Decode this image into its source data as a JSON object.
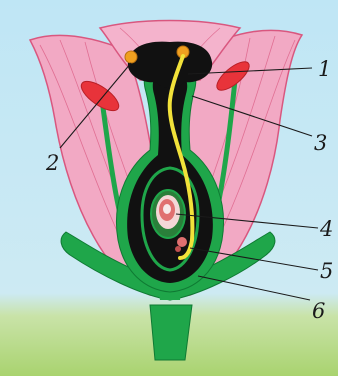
{
  "diagram": {
    "labels": [
      {
        "id": "1",
        "text": "1"
      },
      {
        "id": "2",
        "text": "2"
      },
      {
        "id": "3",
        "text": "3"
      },
      {
        "id": "4",
        "text": "4"
      },
      {
        "id": "5",
        "text": "5"
      },
      {
        "id": "6",
        "text": "6"
      }
    ],
    "colors": {
      "sky": "#bfe6f5",
      "ground": "#b6d87a",
      "petal": "#f2a9c4",
      "petal_line": "#d9577f",
      "anther": "#e8333a",
      "stem": "#1fa64a",
      "pistil": "#111111",
      "pollen_tube": "#f2e23a",
      "pollen_grain": "#f0a020",
      "ovule": "#e07070"
    }
  }
}
